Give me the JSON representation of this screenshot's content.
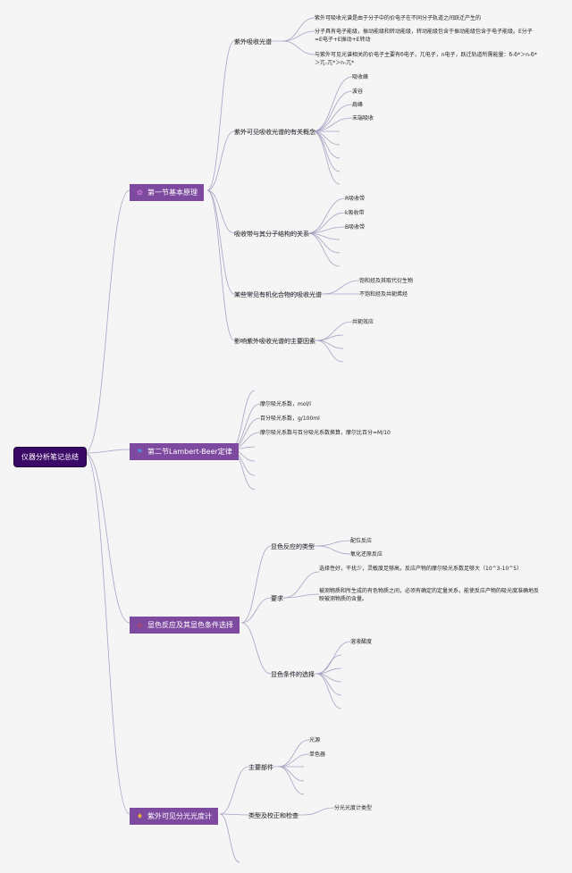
{
  "root": {
    "label": "仪器分析笔记总结"
  },
  "branches": [
    {
      "label": "第一节基本原理",
      "icon": "flower-icon",
      "children": [
        {
          "label": "紫外吸收光谱",
          "leaves": [
            "紫外可吸收光谱是由于分子中的价电子在不同分子轨道之间跃迁产生的",
            "分子具有电子能级，振动能级和转动能级，转动能级包含于振动能级包含于电子能级。E分子=E电子+E振动+E转动",
            "与紫外可见光谱相关的价电子主要有б电子，兀电子，n电子，跃迁轨道所需能量：б-б*＞n-б*＞兀-兀*＞n-兀*"
          ]
        },
        {
          "label": "紫外可见吸收光谱的有关概念",
          "leaves": [
            "吸收峰",
            "波谷",
            "肩峰",
            "末端吸收"
          ]
        },
        {
          "label": "吸收带与其分子结构的关系",
          "leaves": [
            "R吸收带",
            "k吸收带",
            "B吸收带"
          ]
        },
        {
          "label": "某些常见有机化合物的吸收光谱",
          "leaves": [
            "饱和烃及其取代衍生物",
            "不饱和烃及共轭烯烃"
          ]
        },
        {
          "label": "影响紫外吸收光谱的主要因素",
          "leaves": [
            "共轭效应"
          ]
        }
      ]
    },
    {
      "label": "第二节Lambert-Beer定律",
      "icon": "flag-icon",
      "children": [
        {
          "label": "",
          "leaves": [
            "摩尔吸光系数，mol/l",
            "百分吸光系数，g/100ml",
            "摩尔吸光系数与百分吸光系数换算，摩尔比百分=M/10"
          ]
        }
      ]
    },
    {
      "label": "显色反应及其显色条件选择",
      "icon": "house-icon",
      "children": [
        {
          "label": "显色反应的类型",
          "leaves": [
            "配位反应",
            "氧化还原反应"
          ]
        },
        {
          "label": "要求",
          "leaves": [
            "选择性好，干扰少，灵敏度足够高，反应产物的摩尔吸光系数足够大（10^3-10^5）",
            "被测物质和所生成的有色物质之间，必须有确定的定量关系，能使反应产物的吸光度准确地反映被测物质的含量。"
          ]
        },
        {
          "label": "显色条件的选择",
          "leaves": [
            "溶液酸度"
          ]
        }
      ]
    },
    {
      "label": "紫外可见分光光度计",
      "icon": "gem-icon",
      "children": [
        {
          "label": "主要部件",
          "leaves": [
            "光源",
            "单色器"
          ]
        },
        {
          "label": "类型及校正和检查",
          "leaves": [
            "分光光度计类型"
          ]
        }
      ]
    }
  ],
  "colors": {
    "root": "#3b0a66",
    "branch": "#7d4aa0",
    "line": "#a9a2c4"
  }
}
